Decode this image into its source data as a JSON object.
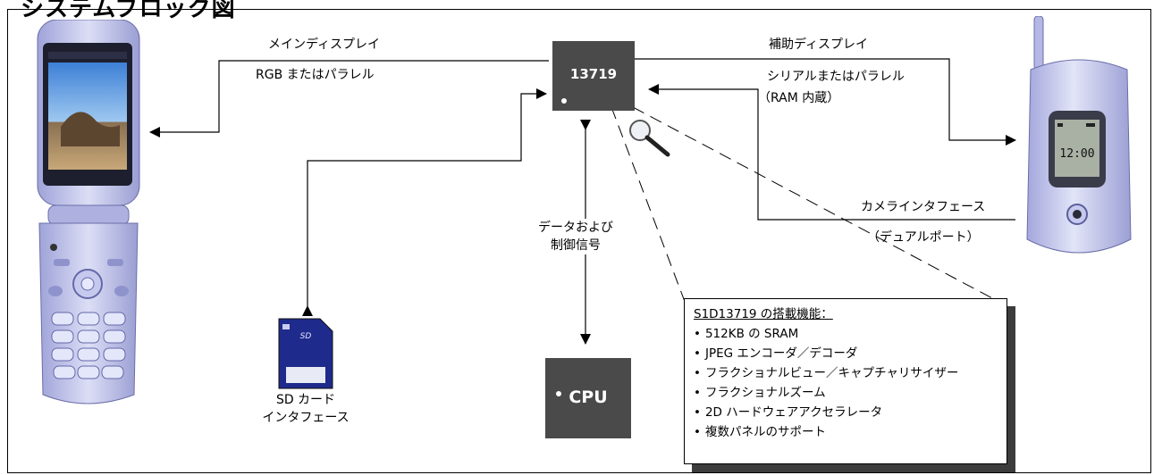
{
  "diagram": {
    "title": "システムブロック図",
    "chip_label": "13719",
    "cpu_label": "CPU",
    "main_display": {
      "line1": "メインディスプレイ",
      "line2": "RGB またはパラレル"
    },
    "sub_display": {
      "line1": "補助ディスプレイ",
      "line2": "シリアルまたはパラレル",
      "line3": "（RAM 内蔵）"
    },
    "camera": {
      "line1": "カメラインタフェース",
      "line2": "（デュアルポート）"
    },
    "data_control": {
      "line1": "データおよび",
      "line2": "制御信号"
    },
    "sd": {
      "line1": "SD カード",
      "line2": "インタフェース"
    },
    "phone_right_clock": "12:00",
    "features": {
      "title": "S1D13719 の搭載機能：",
      "items": [
        "512KB の SRAM",
        "JPEG エンコーダ／デコーダ",
        "フラクショナルビュー／キャプチャリサイザー",
        "フラクショナルズーム",
        "2D ハードウェアアクセラレータ",
        "複数パネルのサポート"
      ]
    }
  },
  "colors": {
    "chip": "#4a4a4a",
    "phone_body": "#c4c6ea",
    "shadow": "#3c3c3c"
  }
}
